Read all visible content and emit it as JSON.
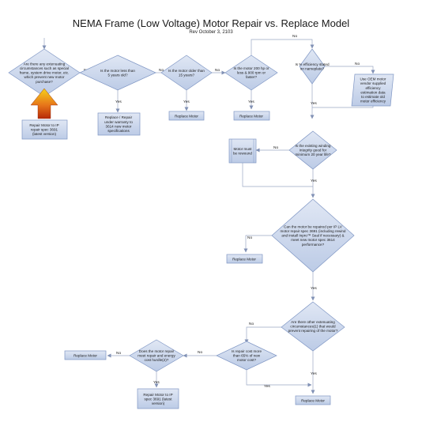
{
  "title": "NEMA Frame (Low Voltage) Motor Repair vs. Replace Model",
  "subtitle": "Rev October 3, 2103",
  "colors": {
    "node_fill": "#cbd5ea",
    "node_stroke": "#7f96c4",
    "connector": "#9aa7c4",
    "arrow_fill": "#c4380b",
    "arrow_highlight": "#f3c020"
  },
  "nodes": {
    "q_circumstances": [
      "Are there any extenuating",
      "circumstances such as special",
      "frame, system drive motor, etc.",
      "which prevent new motor",
      "purchase?"
    ],
    "q_less_5yrs": [
      "Is the motor less than",
      "5 years old?"
    ],
    "q_older_15": [
      "Is the motor older than",
      "15 years?"
    ],
    "q_200hp": [
      "Is the motor 200 hp or",
      "less & 900 rpm or",
      "faster?"
    ],
    "q_eff_nameplate": [
      "Is % efficiency stated",
      "on nameplate?"
    ],
    "use_oem": [
      "Use OEM motor",
      "vendor supplied",
      "efficiency",
      "estimation data",
      "to estimate old",
      "motor efficiency"
    ],
    "repair_ip_top": [
      "Repair Motor to IP",
      "repair spec 3691",
      "(latest version)"
    ],
    "replace_warranty": [
      "Replace / Repair",
      "under warranty to",
      "3614 new motor",
      "specifications"
    ],
    "replace_1": [
      "Replace Motor"
    ],
    "replace_2": [
      "Replace Motor"
    ],
    "q_winding": [
      "Is the existing winding",
      "integrity good for",
      "minimum 20 year life?"
    ],
    "must_rewound": [
      "Motor must",
      "be rewound"
    ],
    "q_repair_spec": [
      "Can the motor be repaired per IP LV",
      "motor repair spec 3691 (including rewind",
      "and install Inpro™ Seal if necessary) &",
      "meet new motor spec 3614",
      "performance?"
    ],
    "replace_3": [
      "Replace Motor"
    ],
    "q_other_circ": [
      "Are there other extenuating",
      "circumstances(1) that would",
      "prevent repairing of the motor?"
    ],
    "q_repair_cost": [
      "Is repair cost more",
      "than 65% of new",
      "motor cost?"
    ],
    "q_hurdle": [
      "Does the motor repair",
      "meet repair and energy",
      "cost hurdle(2)?"
    ],
    "replace_4": [
      "Replace Motor"
    ],
    "repair_ip_bottom": [
      "Repair Motor to IP",
      "spec 3691 (latest",
      "version)"
    ],
    "replace_5": [
      "Replace Motor"
    ]
  },
  "labels": {
    "no": "No",
    "yes": "Yes"
  }
}
